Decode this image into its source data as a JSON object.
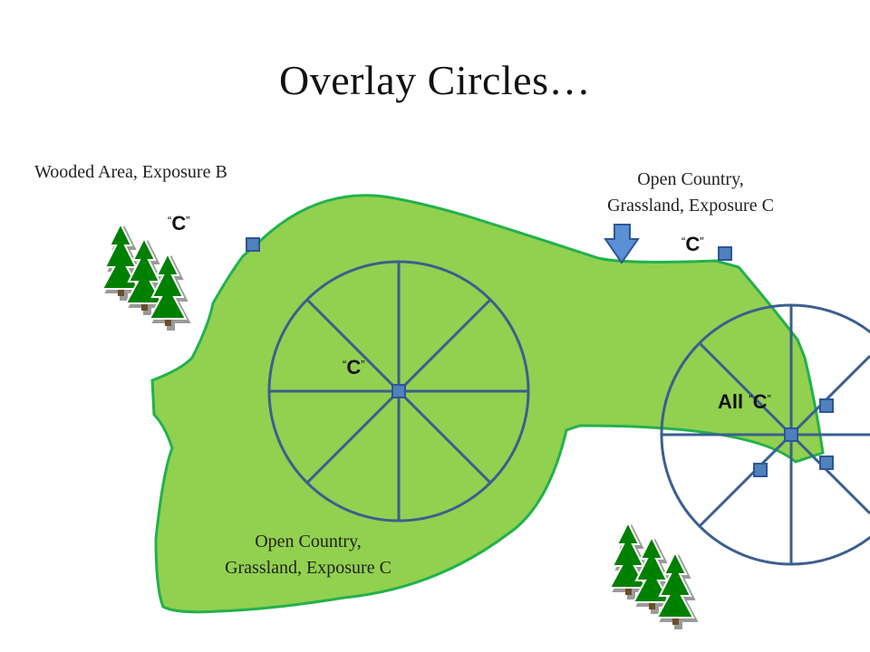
{
  "slide": {
    "title": "Overlay Circles…"
  },
  "labels": {
    "wooded_area": "Wooded Area, Exposure B",
    "open_country_top_line1": "Open  Country,",
    "open_country_top_line2": "Grassland, Exposure C",
    "open_country_bottom_line1": "Open  Country,",
    "open_country_bottom_line2": "Grassland, Exposure C",
    "c_top_left": "C",
    "c_top_right": "C",
    "c_center": "C",
    "all_prefix": "All",
    "c_all": "C",
    "quote_open": "“",
    "quote_close": "”"
  },
  "colors": {
    "grassland_fill": "#92d050",
    "grassland_stroke": "#22b14c",
    "circle_stroke": "#3b5f8e",
    "marker_fill": "#4f81bd",
    "marker_stroke": "#2f5597",
    "tree_fill": "#008000",
    "tree_shadow": "#9a9a9a"
  }
}
